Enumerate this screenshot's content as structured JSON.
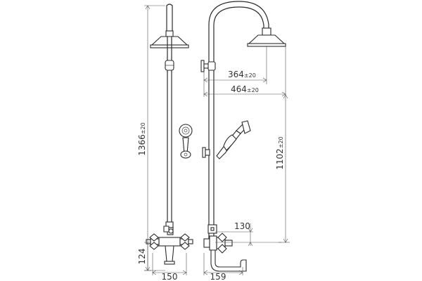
{
  "dimensions": {
    "overall_height": {
      "value": "1366",
      "tol": "±20"
    },
    "shower_height": {
      "value": "1102",
      "tol": "±20"
    },
    "arm_reach_head": {
      "value": "364",
      "tol": "±20"
    },
    "arm_reach_total": {
      "value": "464",
      "tol": "±20"
    },
    "spout_to_bracket": {
      "value": "130"
    },
    "mixer_height": {
      "value": "124"
    },
    "mixer_width": {
      "value": "150"
    },
    "spout_length": {
      "value": "159"
    }
  }
}
